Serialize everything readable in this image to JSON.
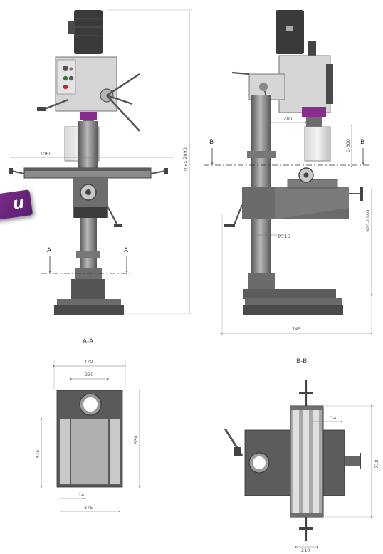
{
  "badge": {
    "text": "u"
  },
  "front_view": {
    "dim_table_width": "1060",
    "dim_height": "max 2090",
    "section_marker": "A",
    "section_marker_right": "A"
  },
  "side_view": {
    "dim_reach": "280",
    "dim_spindle": "0-600",
    "dim_table_height": "920-1180",
    "dim_column": "Ø115",
    "dim_base_depth": "745",
    "section_marker": "B",
    "section_marker_right": "B"
  },
  "section_aa": {
    "label": "A-A",
    "dim_outer_width": "470",
    "dim_slot_width": "230",
    "dim_left_height": "475",
    "dim_right_height": "630",
    "dim_slot": "14",
    "dim_bottom_width": "375"
  },
  "section_bb": {
    "label": "B-B",
    "dim_slot": "14",
    "dim_right_height": "718",
    "dim_bottom_width": "210"
  },
  "colors": {
    "machine_gray": "#6d6d6d",
    "dark_gray": "#3c3c3c",
    "light_gray": "#c9c9c9",
    "accent_purple": "#8a2c8f",
    "badge_purple": "#6b2580"
  }
}
